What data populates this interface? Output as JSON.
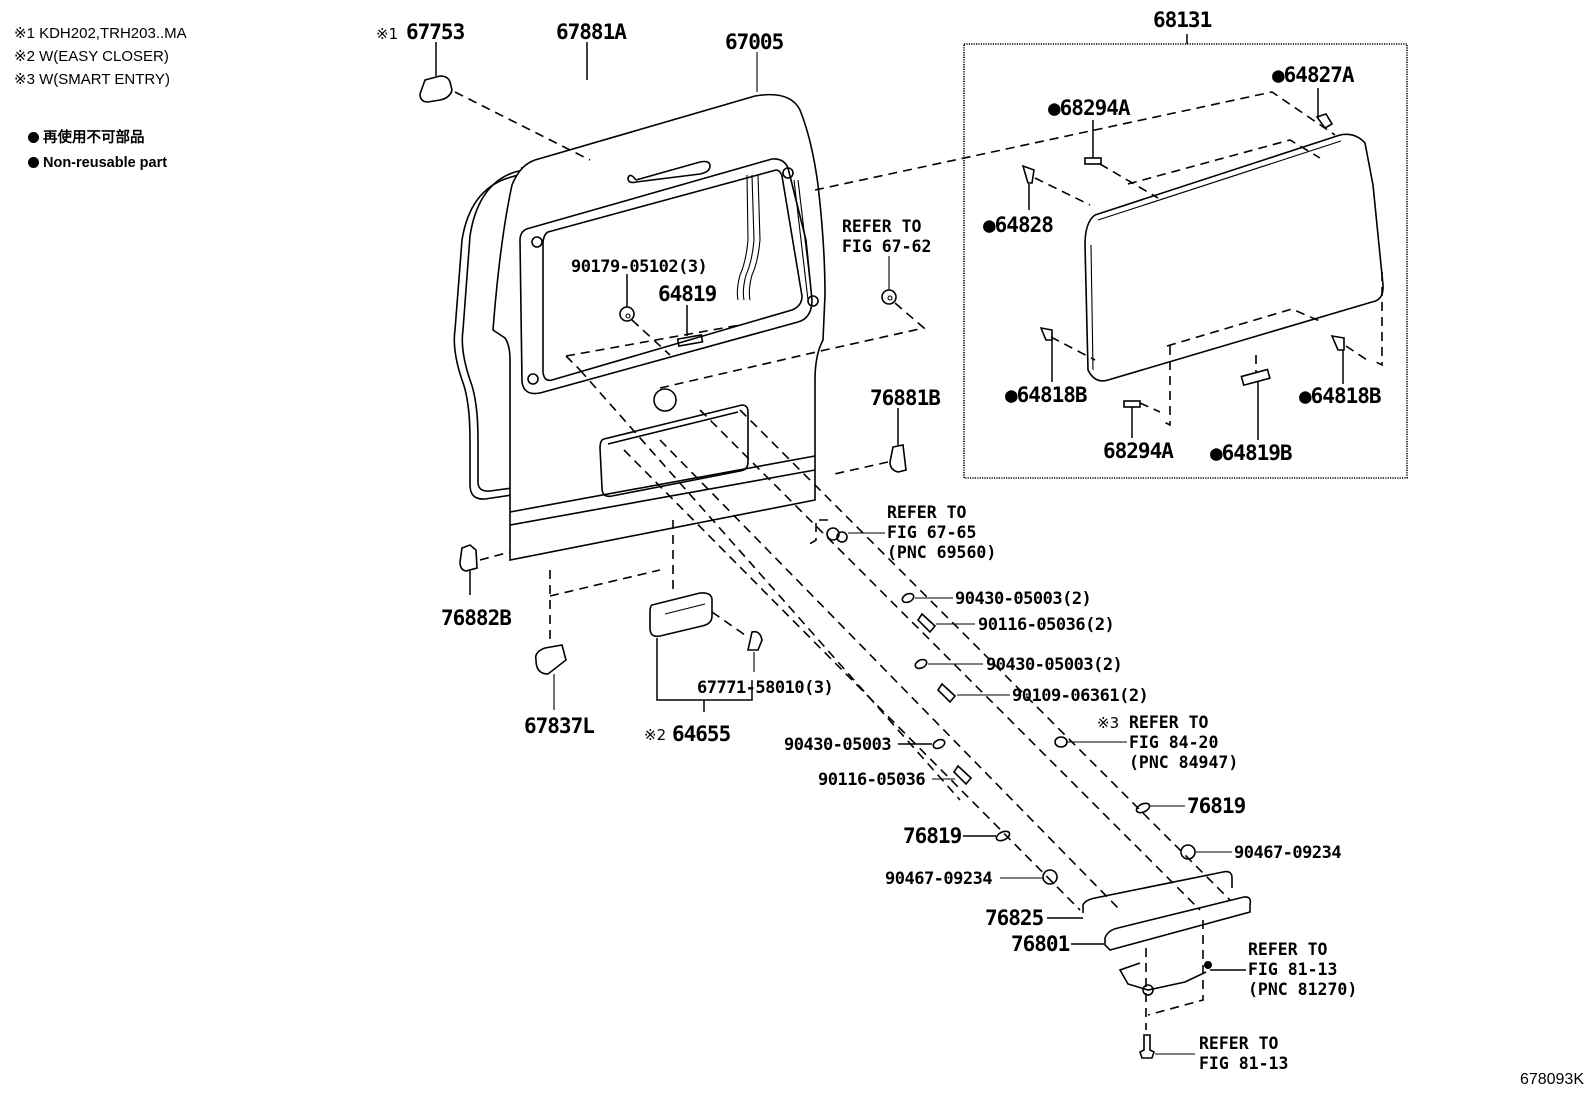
{
  "diagram": {
    "figure_id": "678093K",
    "notes": [
      {
        "mark": "※1",
        "text": "KDH202,TRH203..MA"
      },
      {
        "mark": "※2",
        "text": "W(EASY CLOSER)"
      },
      {
        "mark": "※3",
        "text": "W(SMART ENTRY)"
      }
    ],
    "legend": [
      {
        "symbol": "●",
        "text": "再使用不可部品"
      },
      {
        "symbol": "●",
        "text": "Non-reusable part"
      }
    ],
    "parts": {
      "p67753": {
        "number": "67753",
        "note": "※1",
        "non_reusable": false
      },
      "p67881A": {
        "number": "67881A"
      },
      "p67005": {
        "number": "67005"
      },
      "p68131": {
        "number": "68131"
      },
      "p64827A": {
        "number": "64827A",
        "non_reusable": true
      },
      "p68294A_top": {
        "number": "68294A",
        "non_reusable": true
      },
      "p64828": {
        "number": "64828",
        "non_reusable": true
      },
      "p64818B_left": {
        "number": "64818B",
        "non_reusable": true
      },
      "p64818B_right": {
        "number": "64818B",
        "non_reusable": true
      },
      "p68294A_bottom": {
        "number": "68294A",
        "non_reusable": false
      },
      "p64819B": {
        "number": "64819B",
        "non_reusable": true
      },
      "p90179": {
        "number": "90179-05102(3)"
      },
      "p64819": {
        "number": "64819"
      },
      "p76881B": {
        "number": "76881B"
      },
      "p76882B": {
        "number": "76882B"
      },
      "p67837L": {
        "number": "67837L"
      },
      "p67771": {
        "number": "67771-58010(3)"
      },
      "p64655": {
        "number": "64655",
        "note": "※2"
      },
      "p90430_a": {
        "number": "90430-05003(2)"
      },
      "p90116_a": {
        "number": "90116-05036(2)"
      },
      "p90430_b": {
        "number": "90430-05003(2)"
      },
      "p90109": {
        "number": "90109-06361(2)"
      },
      "p90430_c": {
        "number": "90430-05003"
      },
      "p90116_b": {
        "number": "90116-05036"
      },
      "p76819_left": {
        "number": "76819"
      },
      "p76819_right": {
        "number": "76819"
      },
      "p90467_left": {
        "number": "90467-09234"
      },
      "p90467_right": {
        "number": "90467-09234"
      },
      "p76825": {
        "number": "76825"
      },
      "p76801": {
        "number": "76801"
      }
    },
    "references": {
      "ref_67_62": {
        "line1": "REFER TO",
        "line2": "FIG 67-62"
      },
      "ref_67_65": {
        "line1": "REFER TO",
        "line2": "FIG 67-65",
        "line3": "(PNC 69560)"
      },
      "ref_84_20": {
        "note": "※3",
        "line1": "REFER TO",
        "line2": "FIG 84-20",
        "line3": "(PNC 84947)"
      },
      "ref_81_13_a": {
        "line1": "REFER TO",
        "line2": "FIG 81-13",
        "line3": "(PNC 81270)"
      },
      "ref_81_13_b": {
        "line1": "REFER TO",
        "line2": "FIG 81-13"
      }
    },
    "non_reusable_marker": "●"
  }
}
